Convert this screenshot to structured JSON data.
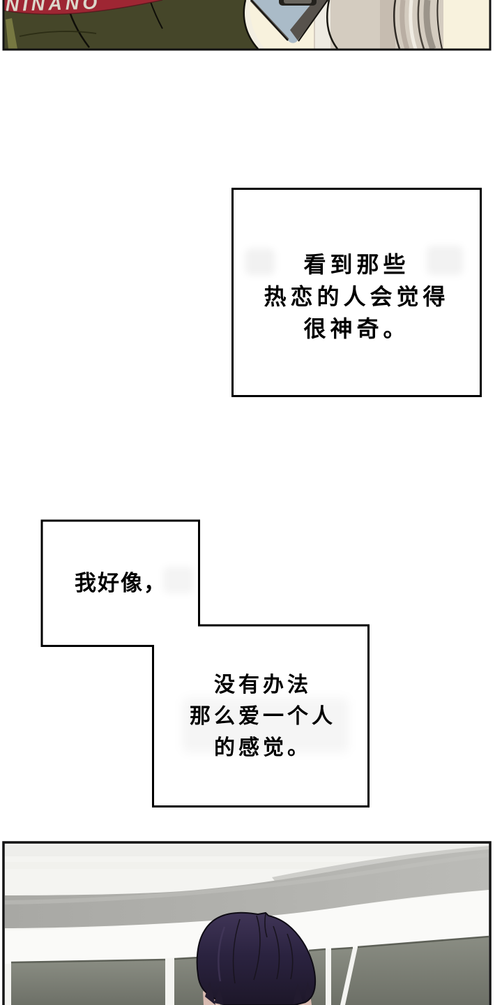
{
  "page": {
    "kind": "webtoon-comic-page",
    "background": "#ffffff"
  },
  "captions": {
    "box1": {
      "lines": [
        "看到那些",
        "热恋的人会觉得",
        "很神奇。"
      ]
    },
    "box2a": {
      "line": "我好像，"
    },
    "box2b": {
      "lines": [
        "没有办法",
        "那么爱一个人",
        "的感觉。"
      ]
    }
  },
  "top_panel": {
    "jacket_label": "NINANO"
  },
  "colors": {
    "panel_border": "#141414",
    "caption_border": "#000000",
    "caption_bg": "#ffffff",
    "caption_text": "#000000",
    "jacket_olive": "#454629",
    "jacket_highlight": "#7c7d44",
    "band_red": "#9e2633",
    "band_text": "#dcd7cb",
    "collar_blue": "#aabbc8",
    "collar_trim": "#57524c",
    "coat_beige": "#d4ccc0",
    "bg_cream": "#f8f2dd",
    "ceiling_white": "#f4f4f1",
    "ceiling_band_grey": "#adada9",
    "ceiling_band_light": "#c7c7c3",
    "wall_white": "#fafaf8",
    "wall_panel_grey": "#7f8278",
    "wall_panel_edge": "#5d6057",
    "hair_top": "#403557",
    "hair_bottom": "#1d1729",
    "hair_line": "#19141f",
    "skin": "#d8bab0"
  }
}
